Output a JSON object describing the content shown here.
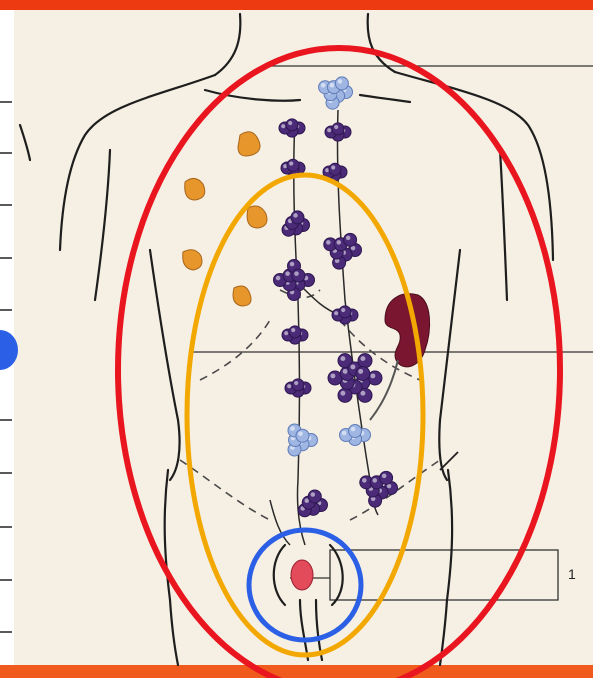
{
  "colors": {
    "background": "#ffffff",
    "paper": "#f6efe3",
    "top_bar": "#ee3a10",
    "bottom_bar": "#f05a1c",
    "outline": "#1e1e1e",
    "dashed": "#4a4a4a",
    "lymph_node_purple": "#4b2a78",
    "lymph_node_purple_light": "#7a55a8",
    "lymph_node_blue": "#9fb6e3",
    "lymph_node_orange": "#e6962a",
    "kidney": "#7a1630",
    "testis": "#e34a5a",
    "red_ellipse": "#e9151f",
    "yellow_ellipse": "#f2a800",
    "blue_circle": "#2a5fe6",
    "left_dot": "#2a5fe6"
  },
  "regions": [
    {
      "name": "red-ellipse",
      "color": "red"
    },
    {
      "name": "yellow-ellipse",
      "color": "orange"
    },
    {
      "name": "blue-circle",
      "color": "blue"
    }
  ],
  "labels": {
    "right_edge_fragment": "1"
  }
}
